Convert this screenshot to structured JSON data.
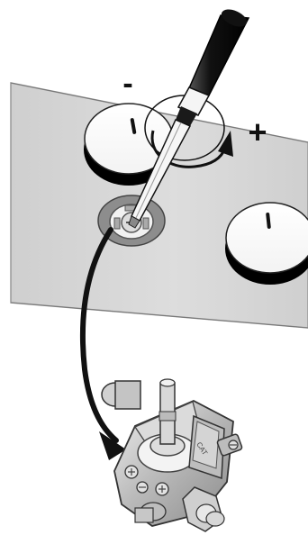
{
  "symbols": {
    "decrease": "-",
    "increase": "+"
  },
  "colors": {
    "panel": "#d8d8d8",
    "panel_edge": "#8a8a8a",
    "knob": "#ffffff",
    "knob_shadow": "#000000",
    "arrow": "#111111",
    "valve_body": "#c9c9c9",
    "valve_dark": "#6f6f6f",
    "screwdriver_handle": "#111111",
    "screwdriver_shaft": "#f4f4f4"
  },
  "icons": {
    "control_panel": "control-panel",
    "burner_knob": "burner-knob",
    "screwdriver": "screwdriver",
    "rotation_arrow": "rotation-arrow",
    "pointer_arrow": "curved-pointer-arrow",
    "gas_valve": "gas-valve"
  }
}
